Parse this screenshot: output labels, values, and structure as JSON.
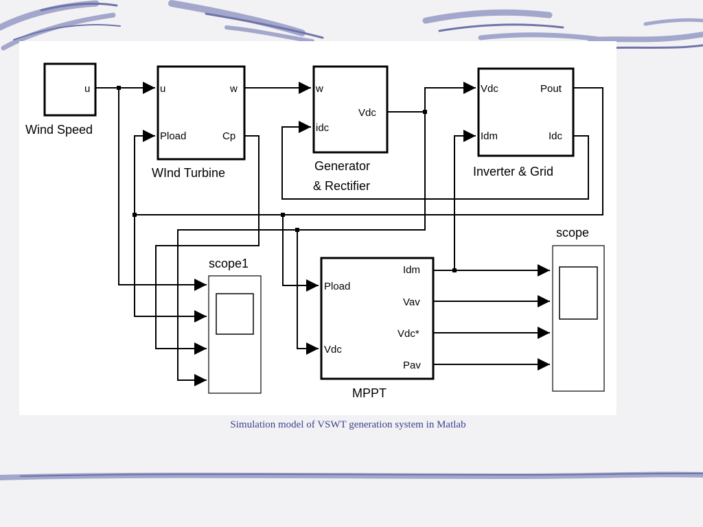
{
  "caption": "Simulation model of VSWT generation system in Matlab",
  "colors": {
    "background": "#f2f2f4",
    "swash": "#a3a7cc",
    "swash_dark": "#6e73a8",
    "panel": "#ffffff",
    "caption": "#3f3f8f",
    "line": "#000000"
  },
  "blocks": {
    "wind_speed": {
      "title": "Wind Speed",
      "ports": {
        "u": "u"
      }
    },
    "wind_turbine": {
      "title": "WInd Turbine",
      "inputs": [
        "u",
        "Pload"
      ],
      "outputs": [
        "w",
        "Cp"
      ]
    },
    "generator": {
      "title_line1": "Generator",
      "title_line2": "& Rectifier",
      "inputs": [
        "w",
        "idc"
      ],
      "outputs": [
        "Vdc"
      ]
    },
    "inverter": {
      "title": "Inverter & Grid",
      "inputs": [
        "Vdc",
        "Idm"
      ],
      "outputs": [
        "Pout",
        "Idc"
      ]
    },
    "mppt": {
      "title": "MPPT",
      "inputs": [
        "Pload",
        "Vdc"
      ],
      "outputs": [
        "Idm",
        "Vav",
        "Vdc*",
        "Pav"
      ]
    },
    "scope": {
      "title": "scope"
    },
    "scope1": {
      "title": "scope1"
    }
  }
}
